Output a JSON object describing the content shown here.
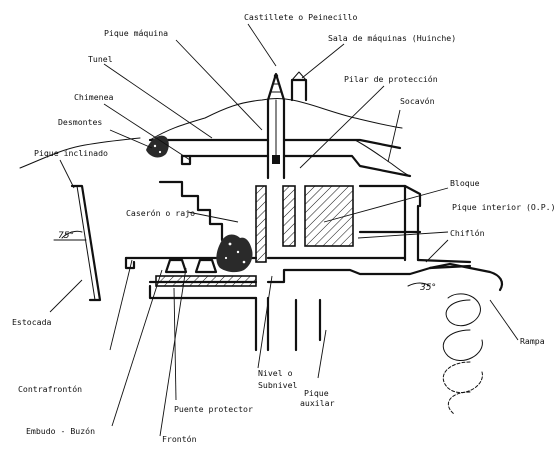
{
  "labels": {
    "castillete": "Castillete o Peinecillo",
    "pique_maquina": "Pique máquina",
    "sala_maquinas": "Sala de máquinas (Huinche)",
    "tunel": "Tunel",
    "pilar": "Pilar de protección",
    "chimenea": "Chimenea",
    "socavon": "Socavón",
    "desmontes": "Desmontes",
    "pique_inclinado": "Pique inclinado",
    "bloque": "Bloque",
    "caseron": "Caserón o rajo",
    "pique_interior": "Pique interior (O.P.)",
    "chiflon": "Chiflón",
    "rampa": "Rampa",
    "estocada": "Estocada",
    "contrafronton": "Contrafrontón",
    "nivel": "Nivel o",
    "subnivel": "Subnivel",
    "pique_aux_1": "Pique",
    "pique_aux_2": "auxilar",
    "puente": "Puente protector",
    "embudo": "Embudo - Buzón",
    "fronton": "Frontón",
    "angle_75": "75°",
    "angle_35": "35°"
  }
}
